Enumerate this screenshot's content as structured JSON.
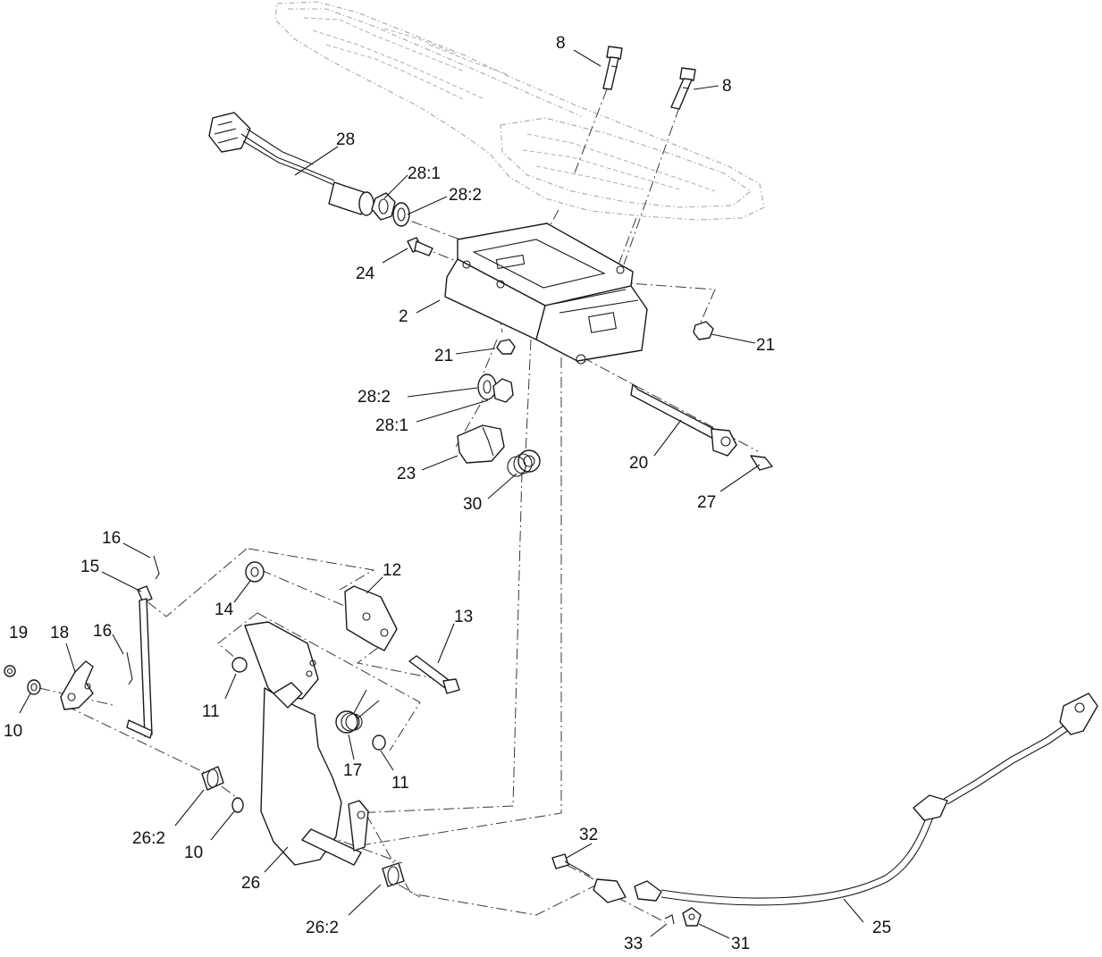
{
  "callouts": {
    "c8a": "8",
    "c8b": "8",
    "c28": "28",
    "c28_1a": "28:1",
    "c28_2a": "28:2",
    "c24": "24",
    "c2": "2",
    "c21a": "21",
    "c21b": "21",
    "c28_2b": "28:2",
    "c28_1b": "28:1",
    "c20": "20",
    "c23": "23",
    "c30": "30",
    "c27": "27",
    "c16a": "16",
    "c15": "15",
    "c12": "12",
    "c14": "14",
    "c13": "13",
    "c19": "19",
    "c18": "18",
    "c16b": "16",
    "c10a": "10",
    "c11a": "11",
    "c17": "17",
    "c11b": "11",
    "c26_2a": "26:2",
    "c10b": "10",
    "c26": "26",
    "c32": "32",
    "c26_2b": "26:2",
    "c25": "25",
    "c33": "33",
    "c31": "31"
  }
}
